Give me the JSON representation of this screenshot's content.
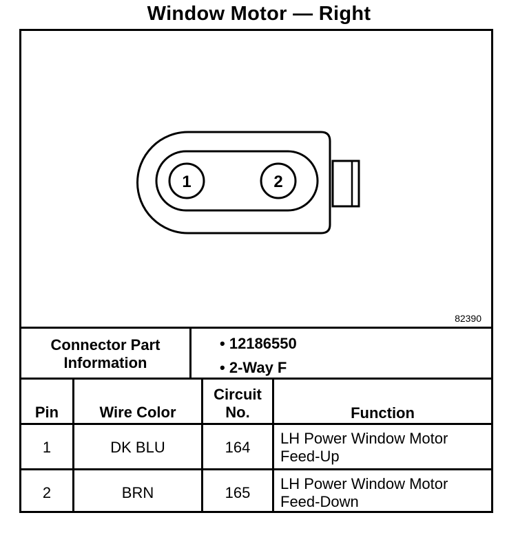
{
  "title": "Window Motor — Right",
  "figure_number": "82390",
  "connector": {
    "label_line1": "Connector Part",
    "label_line2": "Information",
    "part_number": "12186550",
    "type": "2-Way F",
    "pins_shown": [
      "1",
      "2"
    ]
  },
  "table": {
    "headers": {
      "pin": "Pin",
      "wire_color": "Wire Color",
      "circuit_line1": "Circuit",
      "circuit_line2": "No.",
      "function": "Function"
    },
    "rows": [
      {
        "pin": "1",
        "wire_color": "DK BLU",
        "circuit": "164",
        "function_line1": "LH Power Window Motor",
        "function_line2": "Feed-Up"
      },
      {
        "pin": "2",
        "wire_color": "BRN",
        "circuit": "165",
        "function_line1": "LH Power Window Motor",
        "function_line2": "Feed-Down"
      }
    ]
  }
}
